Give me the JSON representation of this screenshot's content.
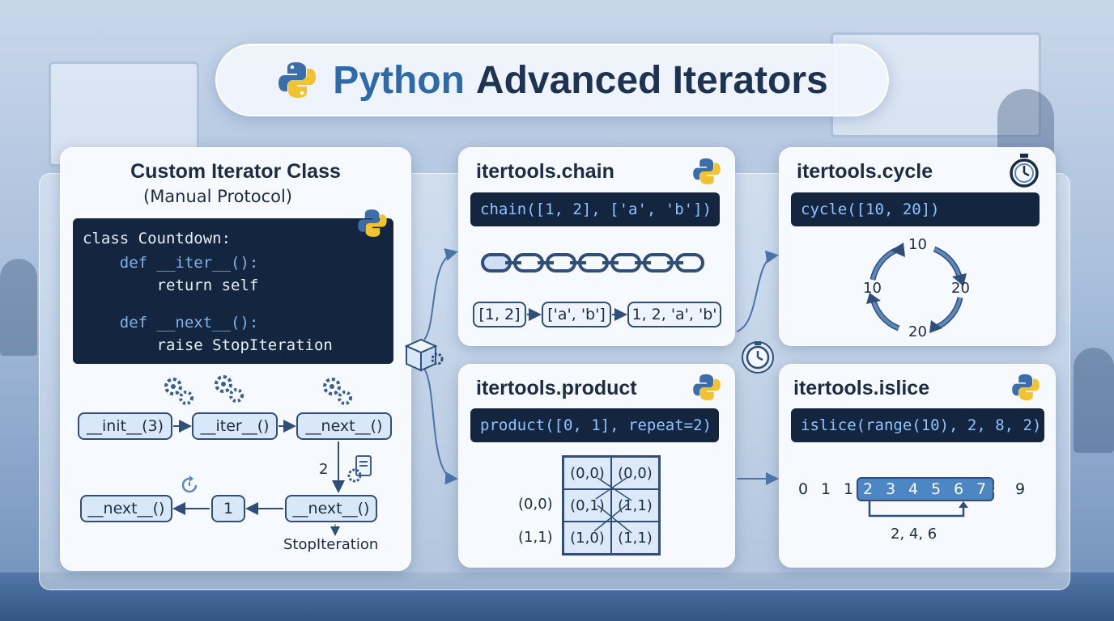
{
  "title": {
    "part1": "Python",
    "part2": "Advanced Iterators"
  },
  "custom_iterator": {
    "title": "Custom Iterator Class",
    "subtitle": "(Manual Protocol)",
    "code": [
      "class Countdown:",
      "    def __iter__():",
      "        return self",
      "    def __next__():",
      "        raise StopIteration"
    ],
    "flow": {
      "init": "__init__(3)",
      "iter": "__iter__()",
      "next1": "__next__()",
      "two": "2",
      "next2": "__next__()",
      "one": "1",
      "next3": "__next__()",
      "stop": "StopIteration"
    }
  },
  "chain": {
    "title": "itertools.chain",
    "code": "chain([1, 2], ['a', 'b'])",
    "in1": "[1, 2]",
    "in2": "['a', 'b']",
    "out": "1, 2, 'a', 'b'"
  },
  "cycle": {
    "title": "itertools.cycle",
    "code": "cycle([10, 20])",
    "top": "10",
    "right": "20",
    "bottom": "20",
    "left": "10"
  },
  "product": {
    "title": "itertools.product",
    "code": "product([0, 1], repeat=2)",
    "row_labels": [
      "(0,0)",
      "(1,1)"
    ],
    "cells": [
      "(0,0)",
      "(0,0)",
      "(0,1)",
      "(1,1)",
      "(1,0)",
      "(1,1)"
    ]
  },
  "islice": {
    "title": "itertools.islice",
    "code": "islice(range(10), 2, 8, 2)",
    "sequence": [
      "0",
      "1",
      "1",
      "2",
      "3",
      "4",
      "5",
      "6",
      "7",
      "8",
      "9"
    ],
    "selected_range": [
      3,
      9
    ],
    "result": "2, 4, 6"
  },
  "colors": {
    "accent": "#2f6aa8",
    "dark": "#14263f",
    "highlight": "#4d86c4"
  }
}
